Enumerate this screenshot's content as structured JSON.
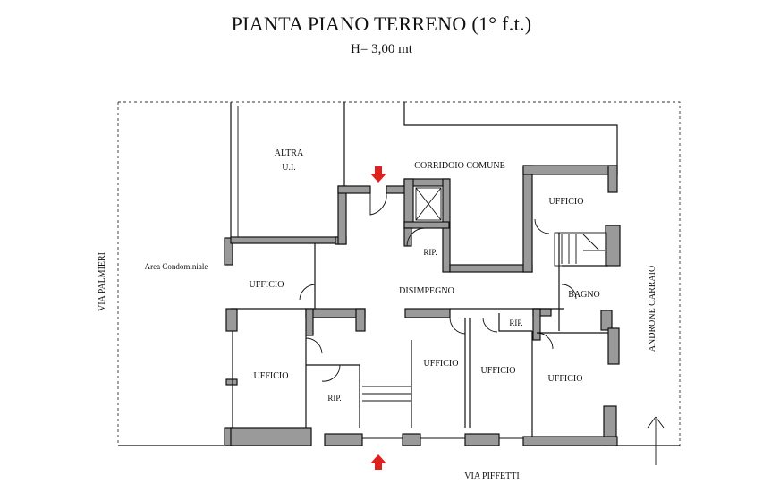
{
  "header": {
    "title": "PIANTA PIANO TERRENO (1° f.t.)",
    "height_note": "H= 3,00 mt"
  },
  "rooms": {
    "altra_ui_line1": "ALTRA",
    "altra_ui_line2": "U.I.",
    "corridoio": "CORRIDOIO COMUNE",
    "ufficio_top_right": "UFFICIO",
    "rip_center": "RIP.",
    "ufficio_left_upper": "UFFICIO",
    "disimpegno": "DISIMPEGNO",
    "bagno": "BAGNO",
    "rip_right": "RIP.",
    "ufficio_left_lower": "UFFICIO",
    "rip_bottom": "RIP.",
    "ufficio_center_1": "UFFICIO",
    "ufficio_center_2": "UFFICIO",
    "ufficio_right_lower": "UFFICIO"
  },
  "surroundings": {
    "area_condominiale": "Area Condominiale",
    "via_palmieri": "VIA PALMIERI",
    "androne_carraio": "ANDRONE CARRAIO",
    "via_piffetti": "VIA PIFFETTI"
  },
  "markers": {
    "entrance_arrow_color": "#e0201c",
    "arrows": [
      "entrance-arrow-top",
      "entrance-arrow-bottom"
    ],
    "north_arrow_icon": "north-arrow-icon"
  },
  "colors": {
    "wall_fill": "#9a9a9a",
    "line": "#111111"
  }
}
